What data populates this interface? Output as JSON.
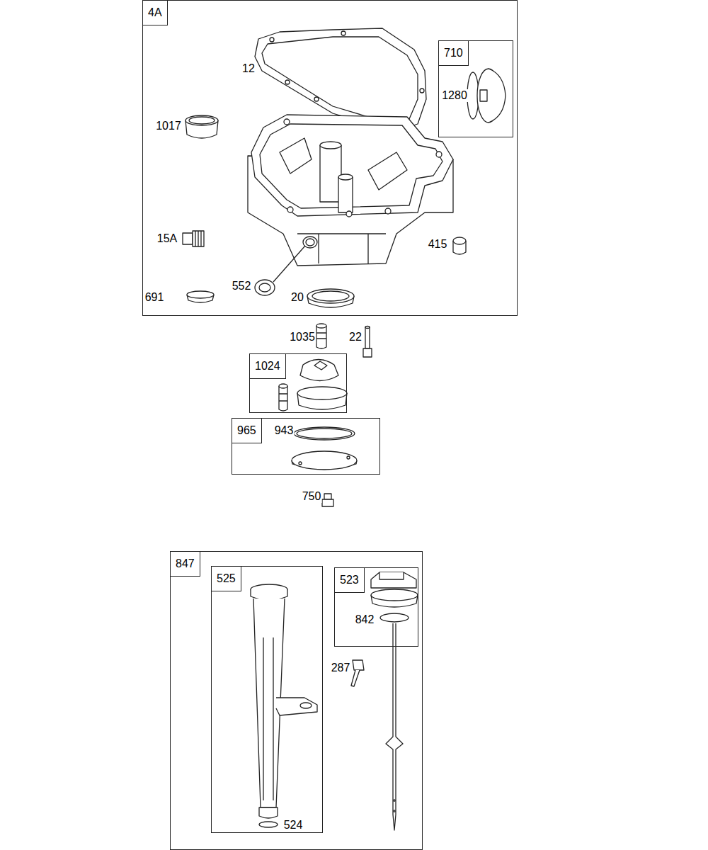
{
  "diagram": {
    "nodes": [
      {
        "text": [
          "4A"
        ]
      },
      {
        "text": [
          "710"
        ],
        "in": 0
      },
      {
        "text": [
          "1024"
        ]
      },
      {
        "text": [
          "965"
        ]
      },
      {
        "text": [
          "847"
        ]
      },
      {
        "text": [
          "525"
        ],
        "in": 4
      },
      {
        "text": [
          "523"
        ],
        "in": 4
      }
    ],
    "labels": [
      "12",
      "1280",
      "1017",
      "15A",
      "415",
      "552",
      "691",
      "20",
      "1035",
      "22",
      "943",
      "750",
      "842",
      "287",
      "524"
    ]
  }
}
